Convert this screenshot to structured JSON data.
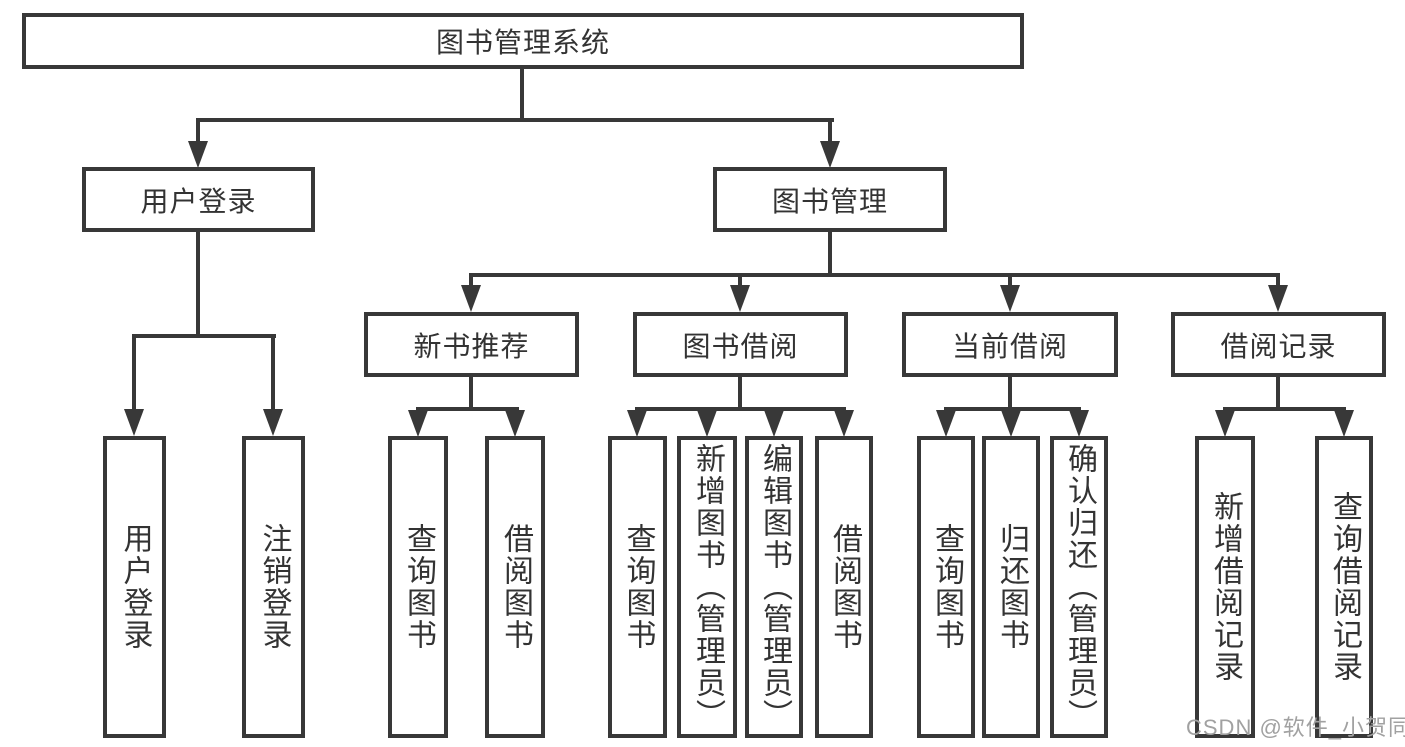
{
  "root": {
    "label": "图书管理系统"
  },
  "level2": {
    "user_login": {
      "label": "用户登录",
      "children": [
        {
          "label": "用户登录"
        },
        {
          "label": "注销登录"
        }
      ]
    },
    "book_management": {
      "label": "图书管理"
    }
  },
  "level3": {
    "new_book_recommend": {
      "label": "新书推荐",
      "children": [
        {
          "label": "查询图书"
        },
        {
          "label": "借阅图书"
        }
      ]
    },
    "book_borrow": {
      "label": "图书借阅",
      "children": [
        {
          "label": "查询图书"
        },
        {
          "label": "新增图书（管理员）"
        },
        {
          "label": "编辑图书（管理员）"
        },
        {
          "label": "借阅图书"
        }
      ]
    },
    "current_borrow": {
      "label": "当前借阅",
      "children": [
        {
          "label": "查询图书"
        },
        {
          "label": "归还图书"
        },
        {
          "label": "确认归还（管理员）"
        }
      ]
    },
    "borrow_records": {
      "label": "借阅记录",
      "children": [
        {
          "label": "新增借阅记录"
        },
        {
          "label": "查询借阅记录"
        }
      ]
    }
  },
  "watermark": {
    "text": "CSDN @软件_小贺同学"
  },
  "colors": {
    "line": "#383838",
    "text": "#333333",
    "watermark": "#a1a1a1",
    "background": "#ffffff"
  }
}
